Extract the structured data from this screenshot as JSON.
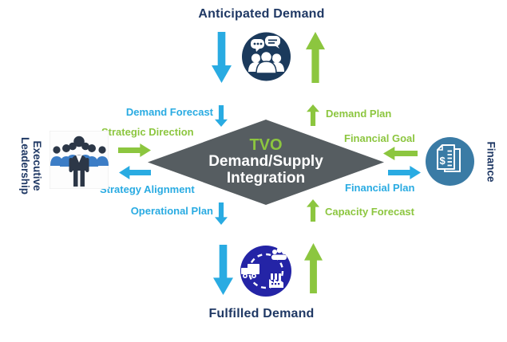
{
  "colors": {
    "navy": "#1F3864",
    "blue": "#29ABE2",
    "green": "#8CC63F",
    "diamond_gray": "#565D61",
    "discussion_circle": "#1B3A5C",
    "supply_circle": "#2424A6",
    "finance_circle": "#3A7BA5",
    "suit_dark": "#2C3747",
    "shirt_blue": "#3C7DC6"
  },
  "center": {
    "tvo": "TVO",
    "line1": "Demand/Supply",
    "line2": "Integration"
  },
  "quadrants": {
    "top": {
      "title": "Anticipated Demand",
      "icon": "discussion-group-icon"
    },
    "bottom": {
      "title": "Fulfilled Demand",
      "icon": "supply-chain-cycle-icon"
    },
    "left": {
      "title_line1": "Executive",
      "title_line2": "Leadership",
      "icon": "leadership-team-icon"
    },
    "right": {
      "title": "Finance",
      "icon": "financial-statement-icon"
    }
  },
  "flows": {
    "demand_forecast": "Demand Forecast",
    "demand_plan": "Demand Plan",
    "strategic_direction": "Strategic Direction",
    "financial_goal": "Financial Goal",
    "strategy_alignment": "Strategy Alignment",
    "financial_plan": "Financial Plan",
    "operational_plan": "Operational Plan",
    "capacity_forecast": "Capacity Forecast"
  }
}
